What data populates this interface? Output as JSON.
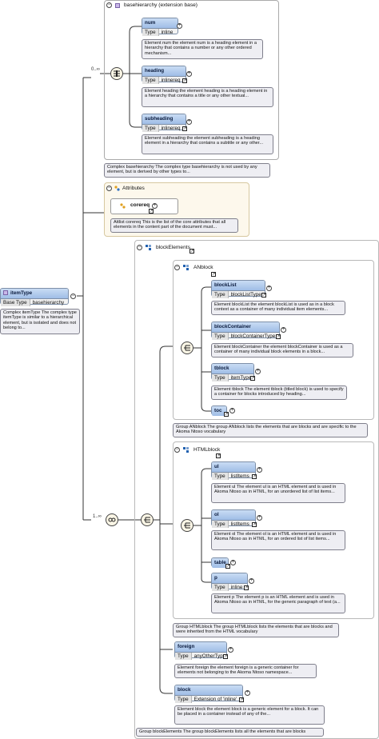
{
  "root": {
    "name": "itemType",
    "type_key": "Base Type",
    "type_value": "basehierarchy",
    "doc": "Complex itemType The complex type itemType is similar to a hierarchical element, but is isolated and does not belong to..."
  },
  "basehierarchy": {
    "title": "basehierarchy (extension base)",
    "occurrence": "0..∞",
    "doc": "Complex basehierarchy The complex type basehierarchy is not used by any element, but is derived by other types to...",
    "elements": [
      {
        "name": "num",
        "type_key": "Type",
        "type_value": "inline",
        "doc": "Element num the element num is a heading element in a hierarchy that contains a number or any other ordered mechanism..."
      },
      {
        "name": "heading",
        "type_key": "Type",
        "type_value": "inlinereq",
        "doc": "Element heading the element heading is a heading element in a hierarchy that contains a title or any other textual..."
      },
      {
        "name": "subheading",
        "type_key": "Type",
        "type_value": "inlinereq",
        "doc": "Element subheading the element subheading is a heading element in a hierarchy that contains a subtitle or any other..."
      }
    ]
  },
  "attributes": {
    "title": "Attributes",
    "item": "corereq",
    "doc": "Attlist corereq This is the list of the core attributes that all elements in the content part of the document must..."
  },
  "blockElements": {
    "title": "blockElements",
    "occurrence": "1..∞",
    "doc": "Group blockElements The group blockElements lists all the elements that are blocks",
    "anblock": {
      "title": "ANblock",
      "doc": "Group ANblock The group ANblock lists the elements that are blocks and are specific to the Akoma Ntoso vocabulary",
      "elements": [
        {
          "name": "blockList",
          "type_key": "Type",
          "type_value": "blockListType",
          "doc": "Element blockList the element blockList is used as in a block context as a container of many individual item elements..."
        },
        {
          "name": "blockContainer",
          "type_key": "Type",
          "type_value": "blockContainerType",
          "doc": "Element blockContainer the element blockContainer is used as a container of many individual block elements in a block..."
        },
        {
          "name": "tblock",
          "type_key": "Type",
          "type_value": "itemType",
          "doc": "Element tblock The element tblock (titled block) is used to specify a container for blocks introduced by heading..."
        },
        {
          "name": "toc"
        }
      ]
    },
    "htmlblock": {
      "title": "HTMLblock",
      "doc": "Group HTMLblock The group HTMLblock lists the elements that are blocks and were inherited from the HTML vocabulary",
      "elements": [
        {
          "name": "ul",
          "type_key": "Type",
          "type_value": "listItems",
          "doc": "Element ul The element ul is an HTML element and is used in Akoma Ntoso as in HTML, for an unordered list of list items..."
        },
        {
          "name": "ol",
          "type_key": "Type",
          "type_value": "listItems",
          "doc": "Element ol The element ol is an HTML element and is used in Akoma Ntoso as in HTML, for an ordered list of list items..."
        },
        {
          "name": "table"
        },
        {
          "name": "p",
          "type_key": "Type",
          "type_value": "inline",
          "doc": "Element p The element p is an HTML element and is used in Akoma Ntoso as in HTML, for the generic paragraph of text (a..."
        }
      ]
    },
    "foreign": {
      "name": "foreign",
      "type_key": "Type",
      "type_value": "anyOtherType",
      "doc": "Element foreign the element foreign is a generic container for elements not belonging to the Akoma Ntoso namespace..."
    },
    "block": {
      "name": "block",
      "type_key": "Type",
      "type_value": "Extension of 'inline'",
      "doc": "Element block the element block is a generic element for a block. It can be placed in a container instead of any of the..."
    }
  }
}
